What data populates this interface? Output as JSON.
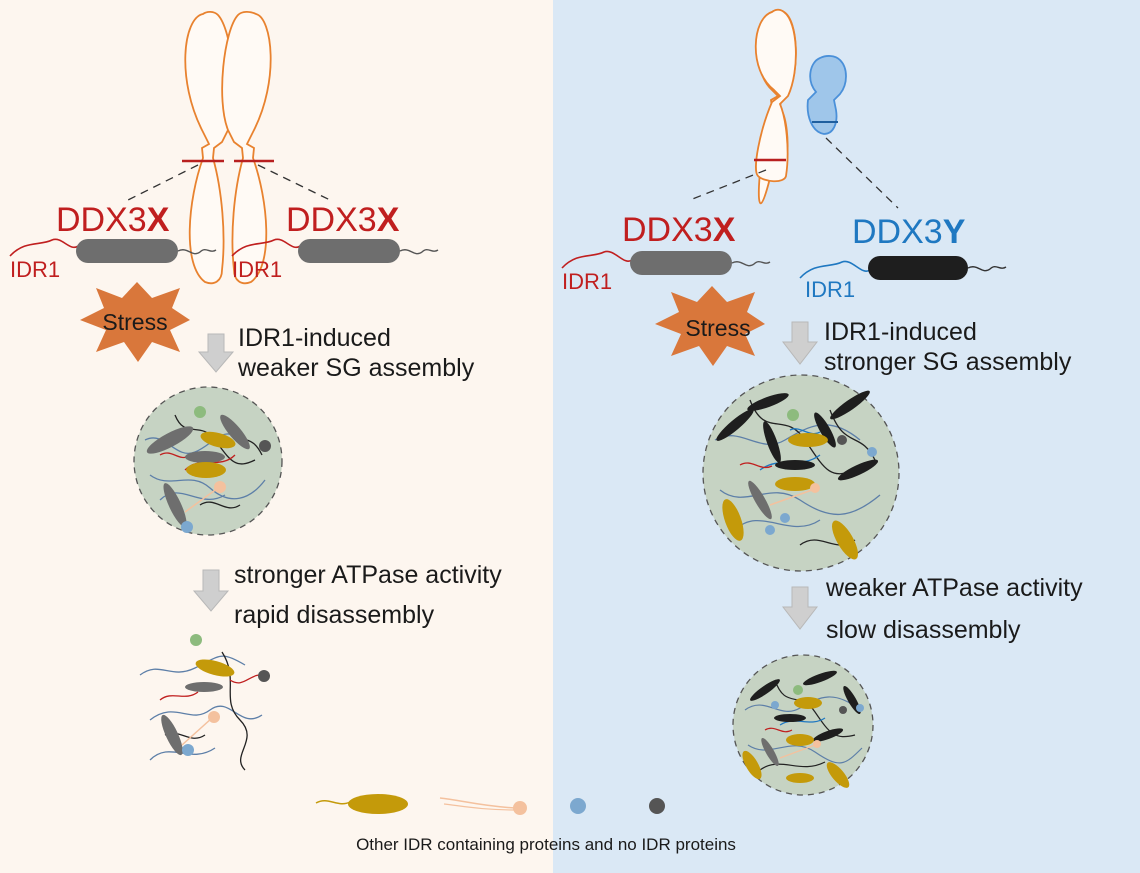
{
  "colors": {
    "left_bg": "#fdf6ef",
    "right_bg": "#dae8f5",
    "x_chromosome": "#e8822f",
    "y_chromosome": "#4a90d9",
    "ddx3x_text": "#c01f1f",
    "ddx3y_text": "#1f78c1",
    "stress_burst": "#d9773b",
    "granule_fill": "#c6d3c3",
    "ddx3x_protein": "#6e6e6e",
    "ddx3y_protein": "#1e1e1e",
    "gold_protein": "#c49a0a",
    "peach_protein": "#f4c19e",
    "blue_dot": "#7ca8cf",
    "grey_dot": "#555555",
    "arrow": "#cfcfcf"
  },
  "left": {
    "gene_1": {
      "prefix": "DDX3",
      "suffix": "X"
    },
    "gene_2": {
      "prefix": "DDX3",
      "suffix": "X"
    },
    "idr_1": "IDR1",
    "idr_2": "IDR1",
    "stress": "Stress",
    "step1_line1": "IDR1-induced",
    "step1_line2": "weaker SG assembly",
    "step2_line1": "stronger ATPase activity",
    "step2_line2": "rapid disassembly"
  },
  "right": {
    "gene_1": {
      "prefix": "DDX3",
      "suffix": "X"
    },
    "gene_2": {
      "prefix": "DDX3",
      "suffix": "Y"
    },
    "idr_1": "IDR1",
    "idr_2": "IDR1",
    "stress": "Stress",
    "step1_line1": "IDR1-induced",
    "step1_line2": "stronger SG assembly",
    "step2_line1": "weaker ATPase activity",
    "step2_line2": "slow disassembly"
  },
  "legend": {
    "caption": "Other IDR containing proteins and no IDR proteins",
    "icons": [
      "gold-idr-protein-icon",
      "peach-idr-protein-icon",
      "blue-protein-dot-icon",
      "grey-protein-dot-icon"
    ]
  }
}
